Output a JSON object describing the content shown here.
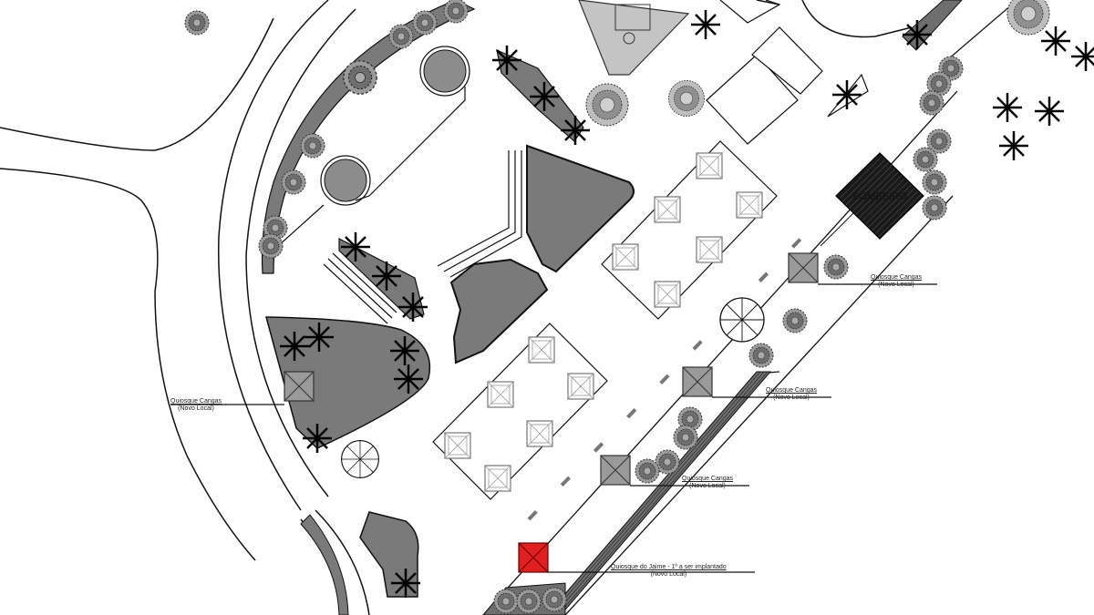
{
  "drawing": {
    "background": "#ffffff",
    "colors": {
      "line": "#111111",
      "fill_dark": "#7a7a7a",
      "fill_mid": "#8c8c8c",
      "fill_light": "#c4c4c4",
      "highlight_kiosk": "#e02020",
      "building": "#1a1a1a"
    }
  },
  "labels": {
    "kiosk_1": {
      "title": "Quiosque Cangas",
      "subtitle": "(Novo Local)"
    },
    "kiosk_2": {
      "title": "Quiosque Cangas",
      "subtitle": "(Novo Local)"
    },
    "kiosk_3": {
      "title": "Quiosque Cangas",
      "subtitle": "(Novo Local)"
    },
    "kiosk_4": {
      "title": "Quiosque Cangas",
      "subtitle": "(Novo Local)"
    },
    "kiosk_jaime": {
      "title": "Quiosque do Jaime - 1º a ser implantado",
      "subtitle": "(Novo Local)"
    }
  },
  "building_text": "BOMBEIRO"
}
